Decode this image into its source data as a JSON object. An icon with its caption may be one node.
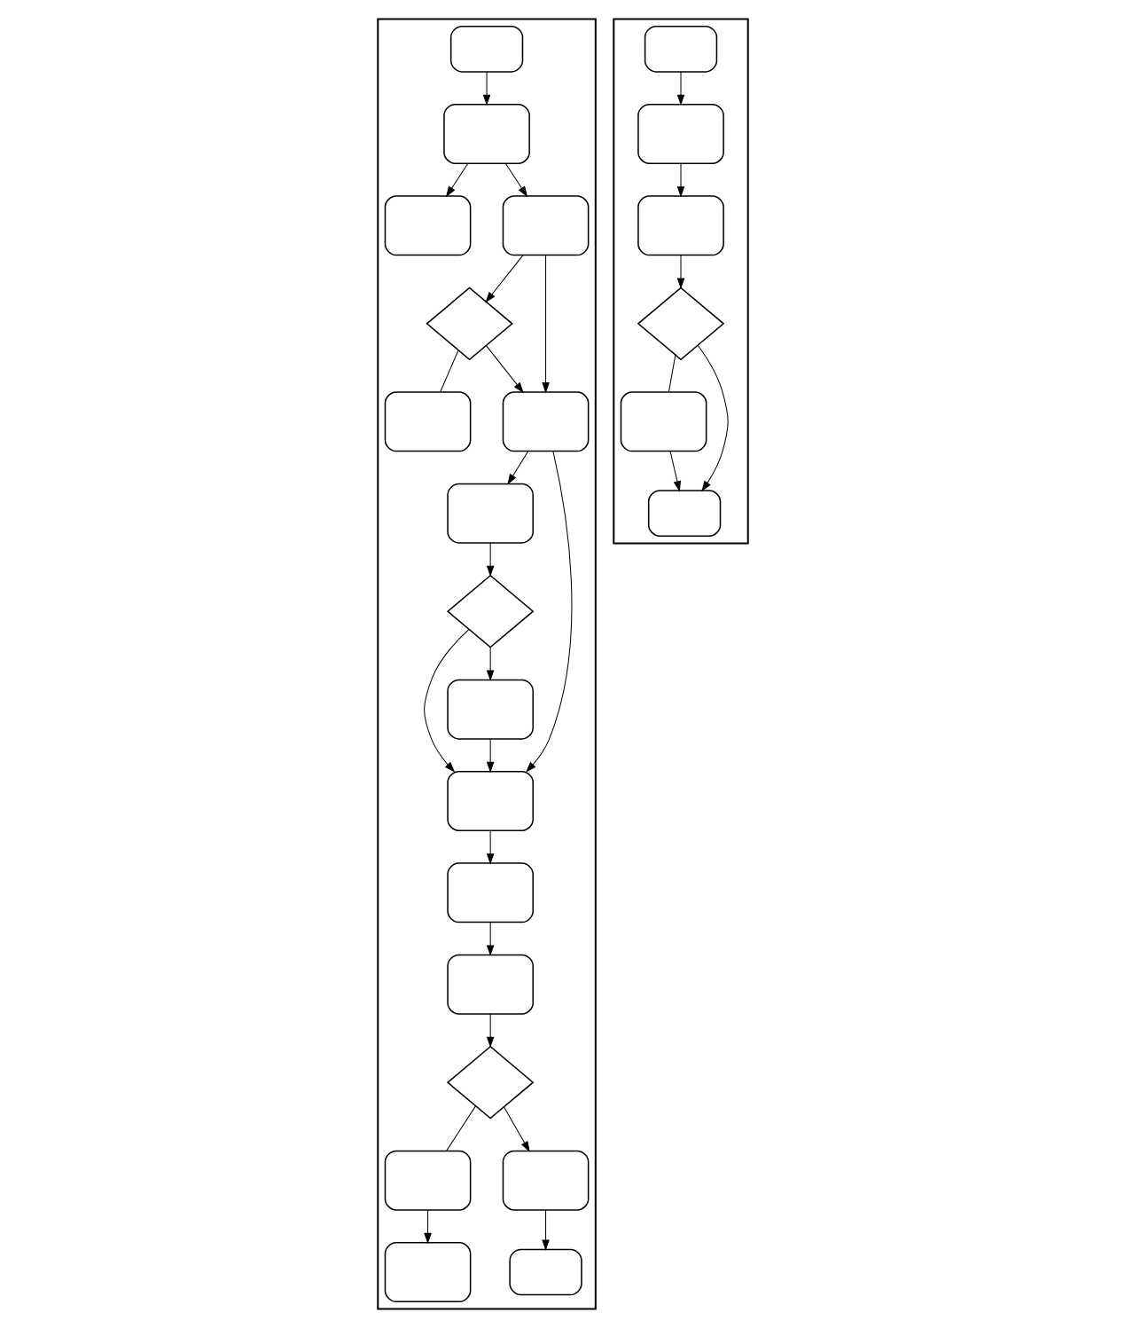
{
  "diagram": {
    "nodes": [
      {
        "text": [],
        "shape": "box"
      },
      {
        "text": [],
        "shape": "oval",
        "in": 0
      },
      {
        "text": [],
        "shape": "box",
        "in": 0
      },
      {
        "text": [],
        "shape": "box",
        "in": 0
      },
      {
        "text": [],
        "shape": "box",
        "in": 0
      },
      {
        "text": [],
        "shape": "diamond",
        "in": 0
      },
      {
        "text": [],
        "shape": "box",
        "in": 0
      },
      {
        "text": [],
        "shape": "box",
        "in": 0
      },
      {
        "text": [],
        "shape": "box",
        "in": 0
      },
      {
        "text": [],
        "shape": "diamond",
        "in": 0
      },
      {
        "text": [],
        "shape": "box",
        "in": 0
      },
      {
        "text": [],
        "shape": "box",
        "in": 0
      },
      {
        "text": [],
        "shape": "box",
        "in": 0
      },
      {
        "text": [],
        "shape": "box",
        "in": 0
      },
      {
        "text": [],
        "shape": "diamond",
        "in": 0
      },
      {
        "text": [],
        "shape": "box",
        "in": 0
      },
      {
        "text": [],
        "shape": "box",
        "in": 0
      },
      {
        "text": [],
        "shape": "box",
        "in": 0
      },
      {
        "text": [],
        "shape": "oval",
        "in": 0
      },
      {
        "text": [],
        "shape": "box"
      },
      {
        "text": [],
        "shape": "oval",
        "in": 19
      },
      {
        "text": [],
        "shape": "box",
        "in": 19
      },
      {
        "text": [],
        "shape": "box",
        "in": 19
      },
      {
        "text": [],
        "shape": "diamond",
        "in": 19
      },
      {
        "text": [],
        "shape": "box",
        "in": 19
      },
      {
        "text": [],
        "shape": "oval",
        "in": 19
      }
    ],
    "edges": [
      {
        "from": 1,
        "to": 2,
        "arrow": "to"
      },
      {
        "from": 2,
        "to": 3,
        "arrow": "to"
      },
      {
        "from": 2,
        "to": 4,
        "arrow": "to"
      },
      {
        "from": 4,
        "to": 5,
        "arrow": "to"
      },
      {
        "from": 5,
        "to": 6,
        "arrow": "none"
      },
      {
        "from": 5,
        "to": 7,
        "arrow": "to"
      },
      {
        "from": 4,
        "to": 7,
        "arrow": "to"
      },
      {
        "from": 7,
        "to": 8,
        "arrow": "to"
      },
      {
        "from": 8,
        "to": 9,
        "arrow": "to"
      },
      {
        "from": 7,
        "to": 10,
        "arrow": "to"
      },
      {
        "from": 9,
        "to": 10,
        "arrow": "to"
      },
      {
        "from": 9,
        "to": 11,
        "arrow": "to"
      },
      {
        "from": 11,
        "to": 10,
        "arrow": "to"
      },
      {
        "from": 10,
        "to": 12,
        "arrow": "to"
      },
      {
        "from": 12,
        "to": 13,
        "arrow": "to"
      },
      {
        "from": 13,
        "to": 14,
        "arrow": "to"
      },
      {
        "from": 14,
        "to": 15,
        "arrow": "none"
      },
      {
        "from": 15,
        "to": 16,
        "arrow": "to"
      },
      {
        "from": 14,
        "to": 17,
        "arrow": "to"
      },
      {
        "from": 17,
        "to": 18,
        "arrow": "to"
      },
      {
        "from": 20,
        "to": 21,
        "arrow": "to"
      },
      {
        "from": 21,
        "to": 22,
        "arrow": "to"
      },
      {
        "from": 22,
        "to": 23,
        "arrow": "to"
      },
      {
        "from": 23,
        "to": 24,
        "arrow": "none"
      },
      {
        "from": 23,
        "to": 25,
        "arrow": "to"
      },
      {
        "from": 24,
        "to": 25,
        "arrow": "to"
      }
    ]
  }
}
